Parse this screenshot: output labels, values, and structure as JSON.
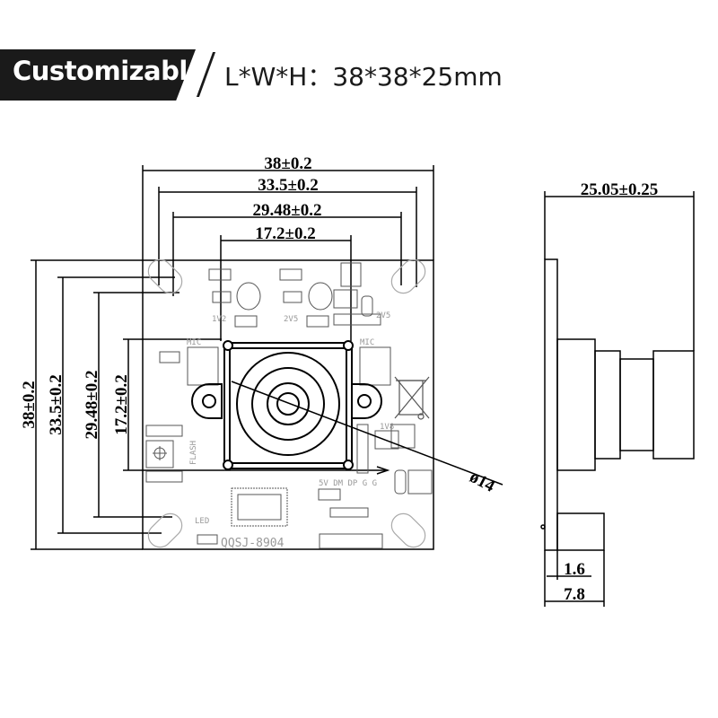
{
  "header": {
    "badge": "Customizable",
    "spec": "L*W*H：38*38*25mm"
  },
  "front_view": {
    "dims_horizontal": [
      "38±0.2",
      "33.5±0.2",
      "29.48±0.2",
      "17.2±0.2"
    ],
    "dims_vertical": [
      "38±0.2",
      "33.5±0.2",
      "29.48±0.2",
      "17.2±0.2"
    ],
    "lens_diameter": "ø14",
    "silkscreen": {
      "v1": "1V2",
      "v2": "2V5",
      "v3": "2V5",
      "mic_left": "MIC",
      "mic_right": "MIC",
      "v4": "1V8",
      "flash": "FLASH",
      "pins": "5V DM DP G G",
      "led": "LED",
      "model": "QQSJ-8904"
    }
  },
  "side_view": {
    "height": "25.05±0.25",
    "pcb_thickness": "1.6",
    "connector_depth": "7.8"
  }
}
